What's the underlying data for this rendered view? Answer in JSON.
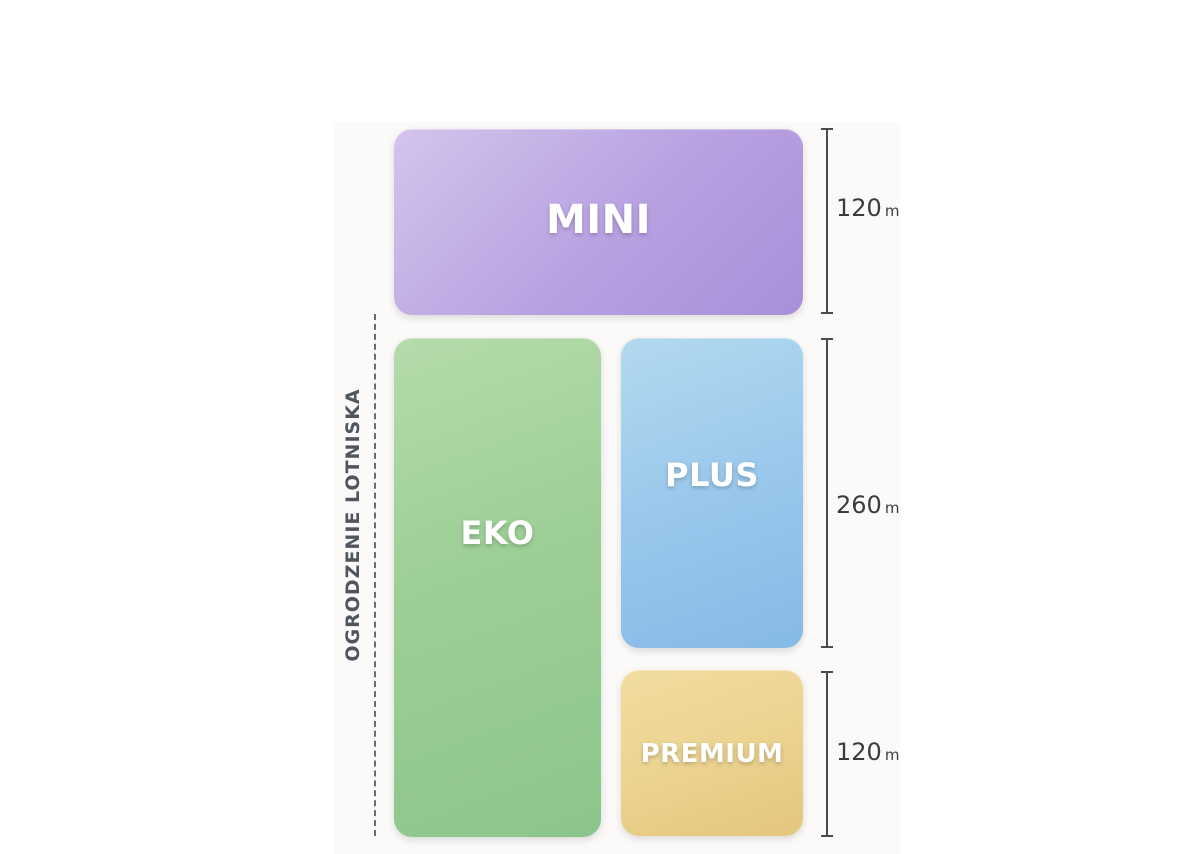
{
  "zones": {
    "mini": {
      "label": "MINI",
      "color": "#b8a1e1"
    },
    "eko": {
      "label": "EKO",
      "color": "#9ccf96"
    },
    "plus": {
      "label": "PLUS",
      "color": "#9ac8ec"
    },
    "premium": {
      "label": "PREMIUM",
      "color": "#ecd390"
    }
  },
  "dimensions": [
    {
      "value": "120",
      "unit": "m"
    },
    {
      "value": "260",
      "unit": "m"
    },
    {
      "value": "120",
      "unit": "m"
    }
  ],
  "fence": {
    "label": "OGRODZENIE LOTNISKA"
  }
}
